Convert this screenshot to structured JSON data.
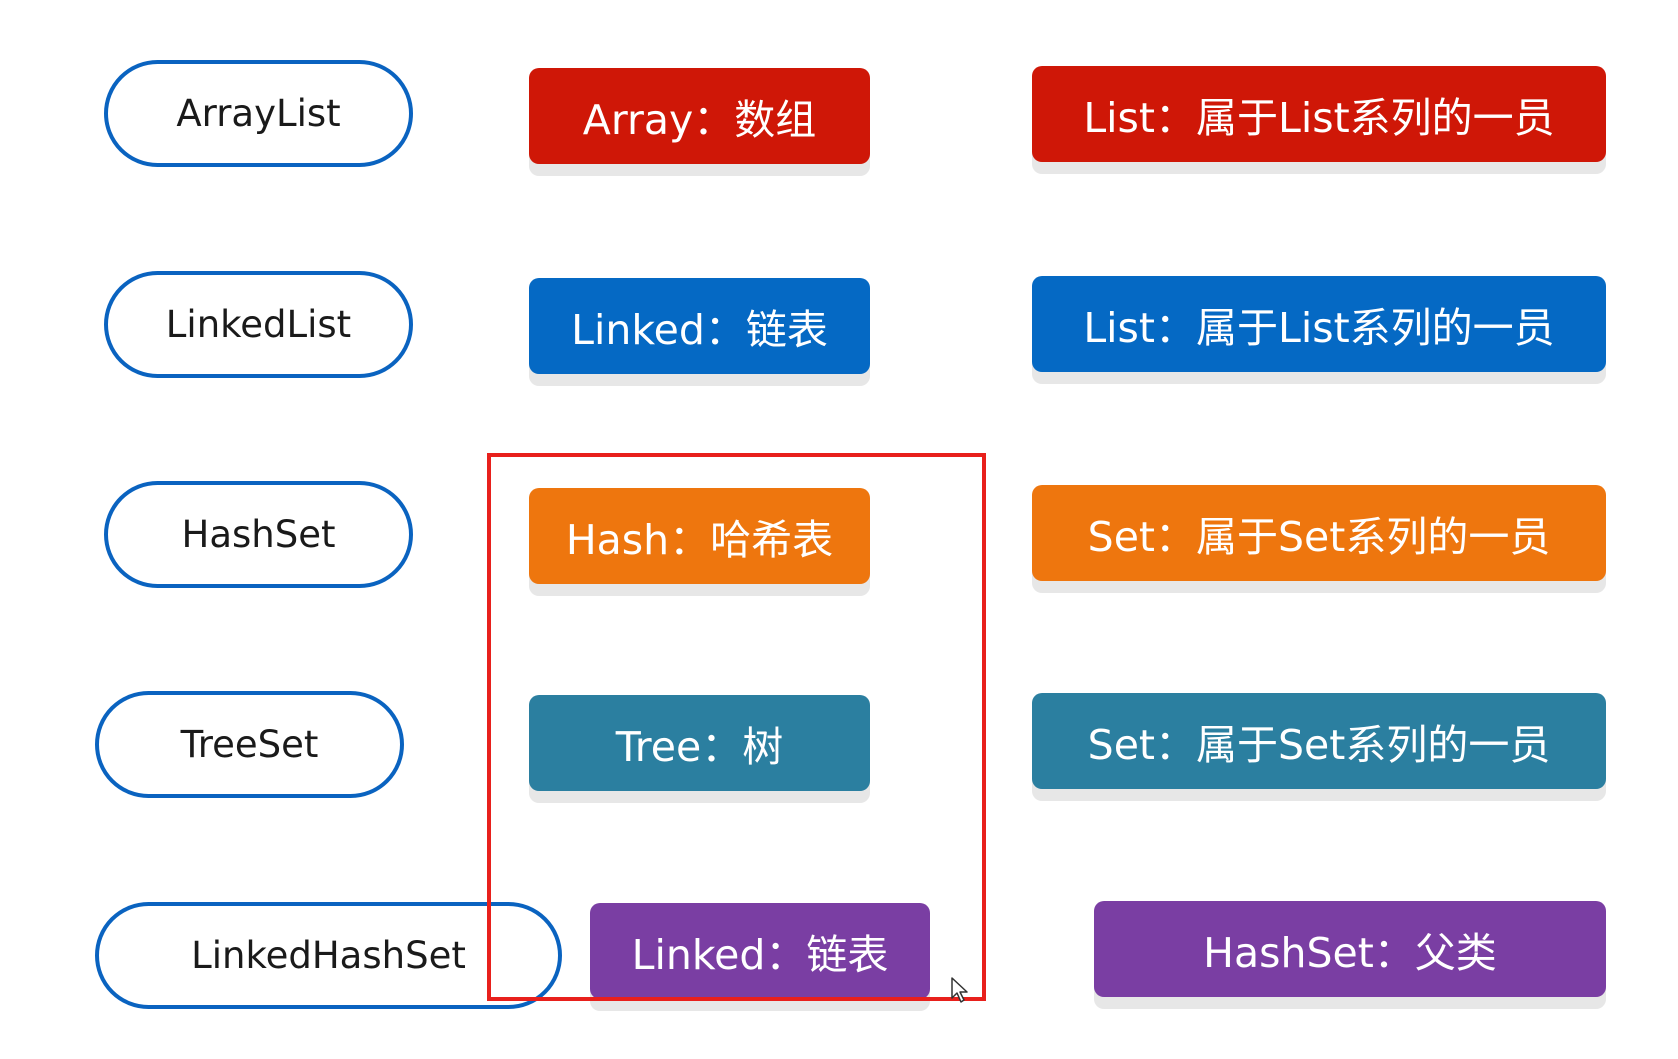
{
  "rows": [
    {
      "class_name": "ArrayList",
      "structure": "Array：数组",
      "family": "List：属于List系列的一员",
      "color": "#cf1707"
    },
    {
      "class_name": "LinkedList",
      "structure": "Linked：链表",
      "family": "List：属于List系列的一员",
      "color": "#0569c4"
    },
    {
      "class_name": "HashSet",
      "structure": "Hash：哈希表",
      "family": "Set：属于Set系列的一员",
      "color": "#ee760e"
    },
    {
      "class_name": "TreeSet",
      "structure": "Tree：树",
      "family": "Set：属于Set系列的一员",
      "color": "#2b7fa0"
    },
    {
      "class_name": "LinkedHashSet",
      "structure": "Linked：链表",
      "family": "HashSet：父类",
      "color": "#7a3ea3"
    }
  ],
  "highlight_color": "#e8201c",
  "pill_border_color": "#0a63c0",
  "cursor_icon": "mouse-pointer-icon"
}
